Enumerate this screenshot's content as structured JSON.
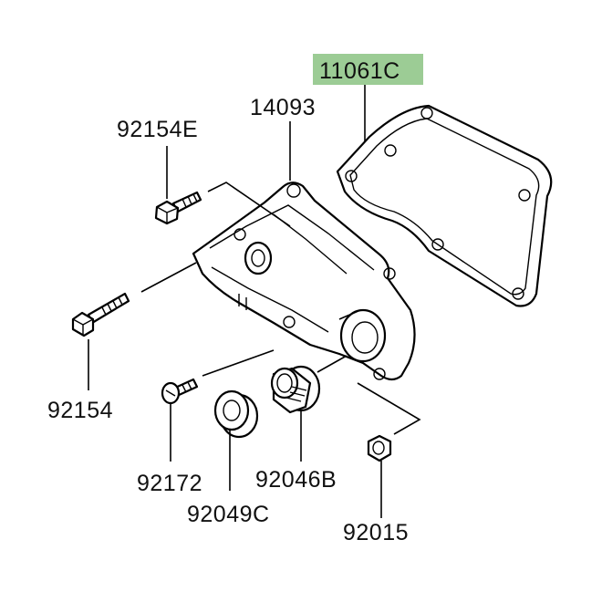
{
  "diagram": {
    "highlight_color": "#9ccc95",
    "parts": [
      {
        "key": "gasket",
        "number": "11061C",
        "highlighted": true
      },
      {
        "key": "cover",
        "number": "14093"
      },
      {
        "key": "bolt_flanged",
        "number": "92154E"
      },
      {
        "key": "bolt_long",
        "number": "92154"
      },
      {
        "key": "screw",
        "number": "92172"
      },
      {
        "key": "oil_seal",
        "number": "92049C"
      },
      {
        "key": "needle_bearing",
        "number": "92046B"
      },
      {
        "key": "nut",
        "number": "92015"
      }
    ]
  }
}
